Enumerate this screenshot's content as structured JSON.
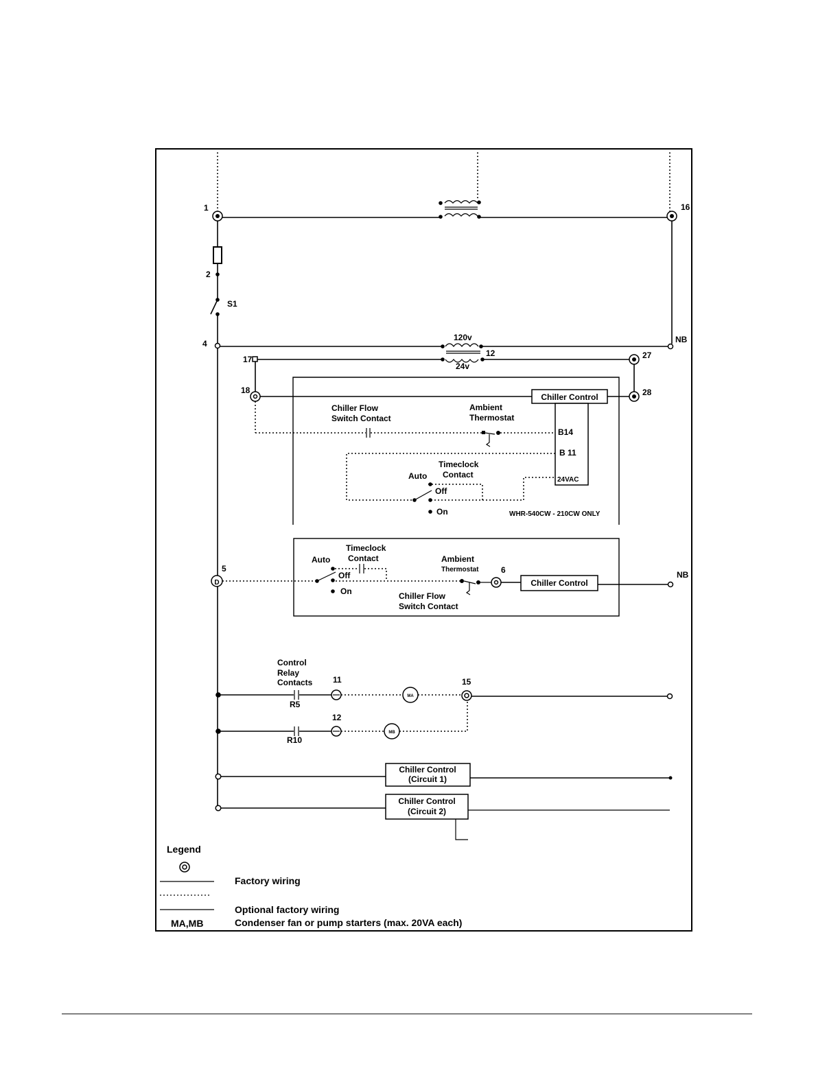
{
  "terminals": {
    "t1": "1",
    "t2": "2",
    "t4": "4",
    "t5": "5",
    "t6": "6",
    "t11": "11",
    "t12": "12",
    "t15": "15",
    "t16": "16",
    "t17": "17",
    "t18": "18",
    "t27": "27",
    "t28": "28",
    "nb_top": "NB",
    "nb_mid": "NB"
  },
  "switch_s1": "S1",
  "transformer": {
    "primary": "120v",
    "secondary": "24v",
    "sec_terminal": "12"
  },
  "upper_box": {
    "chiller_control": "Chiller Control",
    "flow_switch_line1": "Chiller Flow",
    "flow_switch_line2": "Switch Contact",
    "ambient_line1": "Ambient",
    "ambient_line2": "Thermostat",
    "b14": "B14",
    "b11": "B 11",
    "vac": "24VAC",
    "timeclock_line1": "Timeclock",
    "timeclock_line2": "Contact",
    "auto": "Auto",
    "off": "Off",
    "on": "On",
    "note": "WHR-540CW - 210CW ONLY"
  },
  "lower_box": {
    "auto": "Auto",
    "off": "Off",
    "on": "On",
    "timeclock_line1": "Timeclock",
    "timeclock_line2": "Contact",
    "ambient_line1": "Ambient",
    "ambient_line2": "Thermostat",
    "chiller_control": "Chiller Control",
    "flow_switch_line1": "Chiller Flow",
    "flow_switch_line2": "Switch Contact"
  },
  "relays": {
    "label_line1": "Control",
    "label_line2": "Relay",
    "label_line3": "Contacts",
    "r5": "R5",
    "r10": "R10",
    "ma": "MA",
    "mb": "MB"
  },
  "chiller_circuits": {
    "c1_line1": "Chiller Control",
    "c1_line2": "(Circuit 1)",
    "c2_line1": "Chiller Control",
    "c2_line2": "(Circuit 2)"
  },
  "legend": {
    "title": "Legend",
    "factory": "Factory wiring",
    "optional": "Optional factory wiring",
    "ma_mb_key": "MA,MB",
    "ma_mb_desc": "Condenser fan or pump starters (max. 20VA each)"
  }
}
